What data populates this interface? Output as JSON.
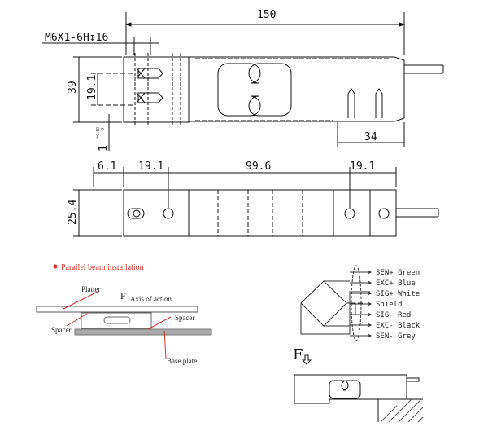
{
  "top_view": {
    "overall_length": "150",
    "thread_spec": "M6X1-6H↧16",
    "height": "39",
    "hole_spacing": "19.1",
    "tolerance_base": "1",
    "tolerance_upper": "+0.10",
    "tolerance_lower": "0",
    "step_length": "34"
  },
  "side_view": {
    "dims": [
      "6.1",
      "19.1",
      "99.6",
      "19.1"
    ],
    "width": "25.4"
  },
  "installation": {
    "title": "Parallel beam installation",
    "force": "F",
    "axis_label": "Axis of action",
    "platter": "Platter",
    "spacer_left": "Spacer",
    "spacer_right": "Spacer",
    "base_plate": "Base plate",
    "accent": "#d0312d"
  },
  "wiring": {
    "wires": [
      "SEN+ Green",
      "EXC+ Blue",
      "SIG+ White",
      "Shield",
      "SIG- Red",
      "EXC- Black",
      "SEN- Grey"
    ]
  },
  "mounting": {
    "force": "F"
  }
}
